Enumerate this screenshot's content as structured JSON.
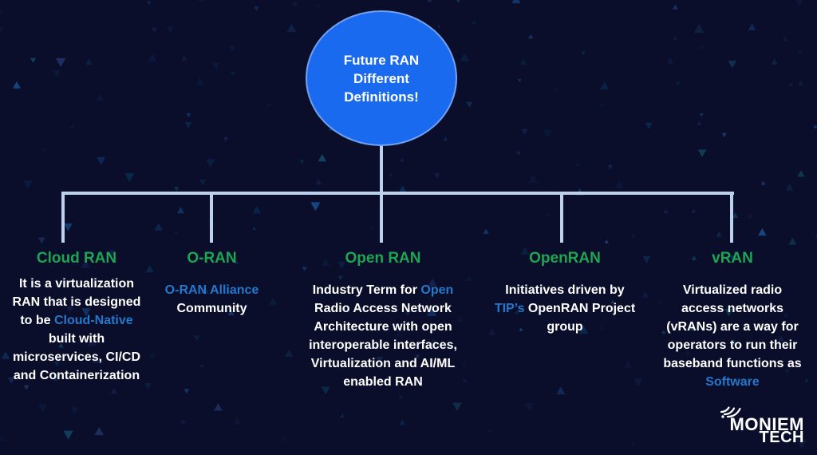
{
  "root": {
    "lines": [
      "Future RAN",
      "Different",
      "Definitions!"
    ]
  },
  "branches": [
    {
      "id": "cloud-ran",
      "title": "Cloud RAN",
      "body": [
        [
          {
            "t": "It is a virtualization"
          }
        ],
        [
          {
            "t": "RAN that is designed"
          }
        ],
        [
          {
            "t": "to be "
          },
          {
            "t": "Cloud-Native",
            "accent": true
          }
        ],
        [
          {
            "t": "built with"
          }
        ],
        [
          {
            "t": "microservices, CI/CD"
          }
        ],
        [
          {
            "t": "and Containerization"
          }
        ]
      ]
    },
    {
      "id": "o-ran",
      "title": "O-RAN",
      "body": [
        [
          {
            "t": "O-RAN Alliance",
            "accent": true
          }
        ],
        [
          {
            "t": "Community"
          }
        ]
      ]
    },
    {
      "id": "open-ran",
      "title": "Open RAN",
      "body": [
        [
          {
            "t": "Industry Term for "
          },
          {
            "t": "Open",
            "accent": true
          }
        ],
        [
          {
            "t": "Radio Access Network"
          }
        ],
        [
          {
            "t": "Architecture with open"
          }
        ],
        [
          {
            "t": "interoperable interfaces,"
          }
        ],
        [
          {
            "t": "Virtualization and AI/ML"
          }
        ],
        [
          {
            "t": "enabled RAN"
          }
        ]
      ]
    },
    {
      "id": "openran",
      "title": "OpenRAN",
      "body": [
        [
          {
            "t": "Initiatives driven by"
          }
        ],
        [
          {
            "t": "TIP’s ",
            "accent": true
          },
          {
            "t": "OpenRAN Project"
          }
        ],
        [
          {
            "t": "group"
          }
        ]
      ]
    },
    {
      "id": "vran",
      "title": "vRAN",
      "body": [
        [
          {
            "t": "Virtualized radio"
          }
        ],
        [
          {
            "t": "access networks"
          }
        ],
        [
          {
            "t": "(vRANs) are a way for"
          }
        ],
        [
          {
            "t": "operators to run their"
          }
        ],
        [
          {
            "t": "baseband functions as"
          }
        ],
        [
          {
            "t": "Software",
            "accent": true
          }
        ]
      ]
    }
  ],
  "logo": {
    "line1": "MONIEM",
    "line2": "TECH",
    "icon": "signal-waves-icon"
  },
  "colors": {
    "background": "#0a0e2a",
    "node_blue": "#1a6af0",
    "title_green": "#1ea552",
    "accent_blue": "#2478cb",
    "connector": "#bdd0ec",
    "text_white": "#ffffff"
  }
}
